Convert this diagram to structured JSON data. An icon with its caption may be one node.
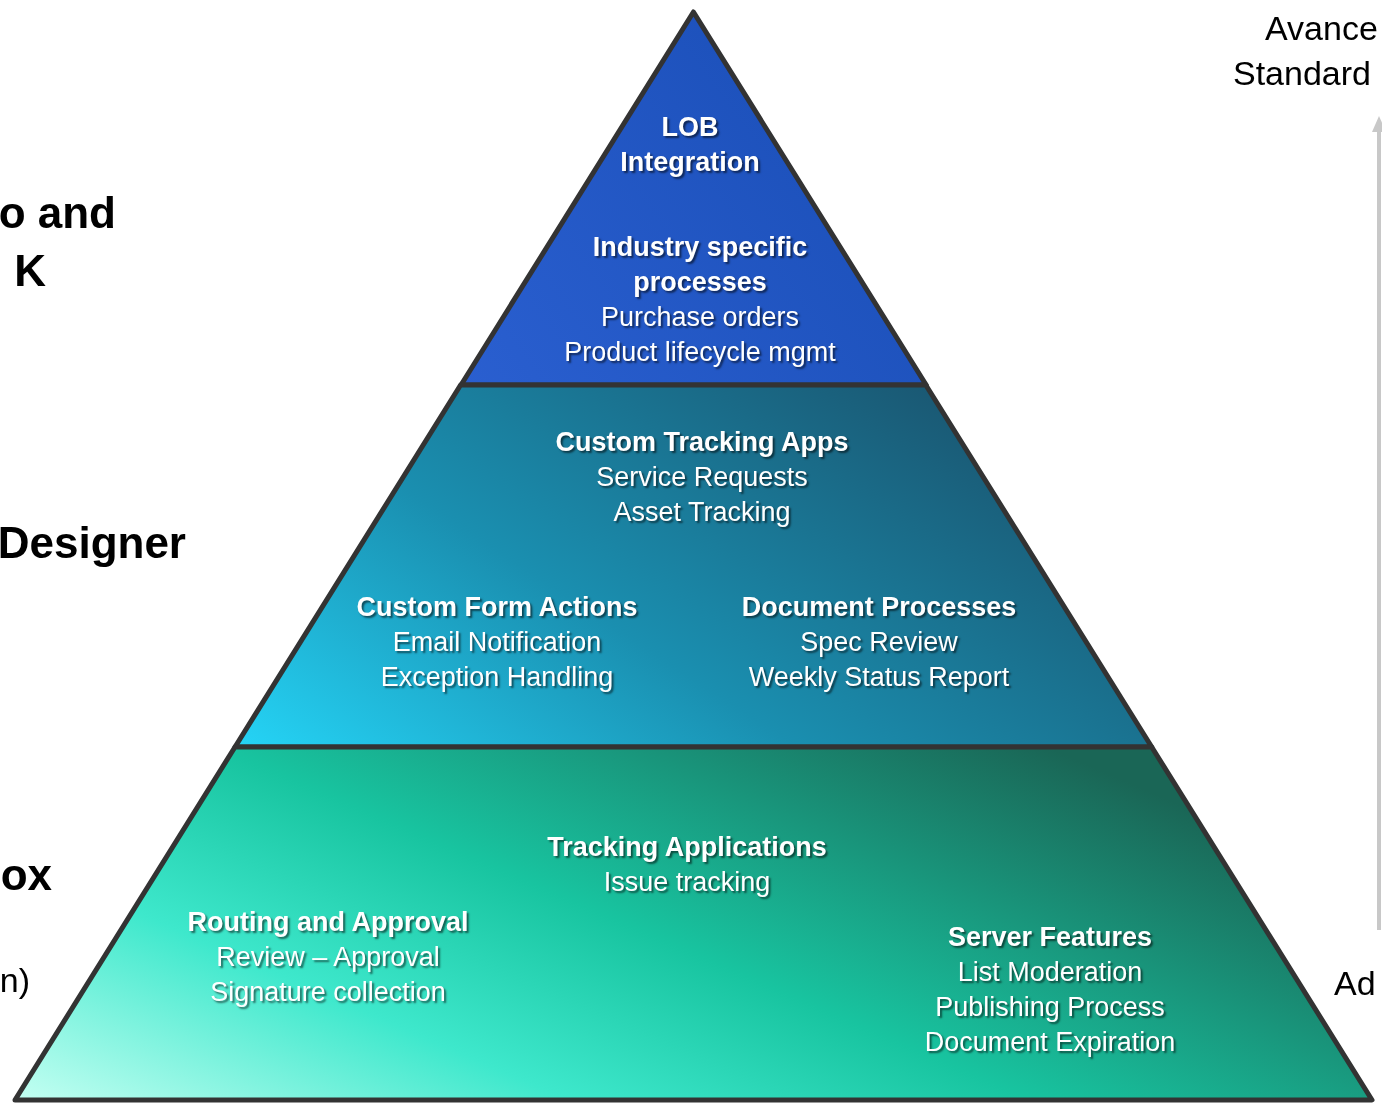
{
  "diagram": {
    "nodes": [
      {
        "text": [],
        "shape": "triangle"
      },
      {
        "text": [
          "LOB Integration"
        ],
        "in": 0
      },
      {
        "text": [
          "Industry specific processes",
          "Purchase orders",
          "Product lifecycle mgmt"
        ],
        "in": 0
      },
      {
        "text": [],
        "shape": "band"
      },
      {
        "text": [
          "Custom Tracking Apps",
          "Service Requests",
          "Asset Tracking"
        ],
        "in": 3
      },
      {
        "text": [
          "Custom Form Actions",
          "Email Notification",
          "Exception Handling"
        ],
        "in": 3
      },
      {
        "text": [
          "Document Processes",
          "Spec Review",
          "Weekly Status Report"
        ],
        "in": 3
      },
      {
        "text": [],
        "shape": "band"
      },
      {
        "text": [
          "Tracking Applications",
          "Issue tracking"
        ],
        "in": 7
      },
      {
        "text": [
          "Routing and Approval",
          "Review – Approval",
          "Signature collection"
        ],
        "in": 7
      },
      {
        "text": [
          "Server Features",
          "List Moderation",
          "Publishing Process",
          "Document Expiration"
        ],
        "in": 7
      }
    ],
    "labels": [
      "o and",
      "K",
      "Designer",
      "ox",
      "n)",
      "Avance",
      "Standard",
      "Ad"
    ]
  }
}
